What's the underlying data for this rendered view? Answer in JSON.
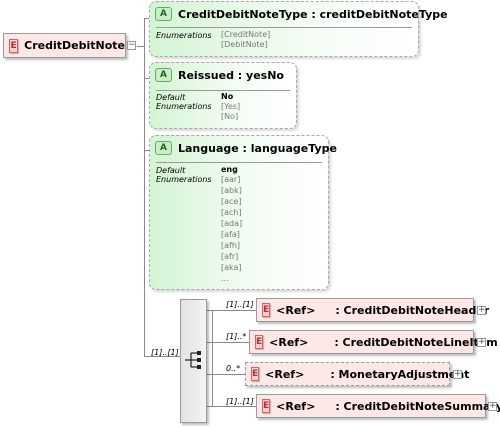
{
  "root": {
    "badge": "E",
    "name": "CreditDebitNote",
    "expander": "−"
  },
  "attributes": [
    {
      "badge": "A",
      "title": "CreditDebitNoteType : creditDebitNoteType",
      "enumerations_label": "Enumerations",
      "enumerations": [
        "[CreditNote]",
        "[DebitNote]"
      ]
    },
    {
      "badge": "A",
      "title": "Reissued : yesNo",
      "default_label": "Default",
      "default_value": "No",
      "enumerations_label": "Enumerations",
      "enumerations": [
        "[Yes]",
        "[No]"
      ]
    },
    {
      "badge": "A",
      "title": "Language : languageType",
      "default_label": "Default",
      "default_value": "eng",
      "enumerations_label": "Enumerations",
      "enumerations": [
        "[aar]",
        "[abk]",
        "[ace]",
        "[ach]",
        "[ada]",
        "[afa]",
        "[afh]",
        "[afr]",
        "[aka]",
        "..."
      ]
    }
  ],
  "sequence": {
    "cardinality": "[1]..[1]"
  },
  "children": [
    {
      "badge": "E",
      "ref": "<Ref>",
      "name": ": CreditDebitNoteHeader",
      "cardinality": "[1]..[1]",
      "expander": "+"
    },
    {
      "badge": "E",
      "ref": "<Ref>",
      "name": ": CreditDebitNoteLineItem",
      "cardinality": "[1]..*",
      "expander": "+"
    },
    {
      "badge": "E",
      "ref": "<Ref>",
      "name": ": MonetaryAdjustment",
      "cardinality": "0..*",
      "expander": "+"
    },
    {
      "badge": "E",
      "ref": "<Ref>",
      "name": ": CreditDebitNoteSummary",
      "cardinality": "[1]..[1]",
      "expander": "+"
    }
  ]
}
